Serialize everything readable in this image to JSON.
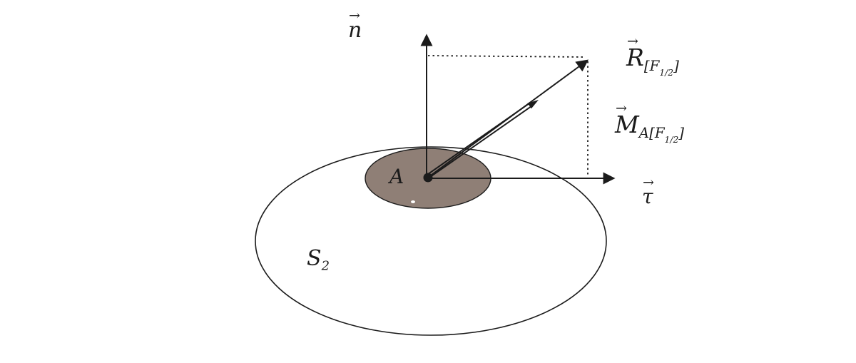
{
  "figure": {
    "glyphs": {
      "vec_arrow": "→"
    },
    "labels": {
      "n": {
        "base": "n"
      },
      "tau": {
        "base": "τ"
      },
      "R": {
        "base": "R",
        "sub_open": "[",
        "sub_f": "F",
        "sub_frac": "1/2",
        "sub_close": "]"
      },
      "M": {
        "base": "M",
        "sub_a": "A",
        "sub_open": "[",
        "sub_f": "F",
        "sub_frac": "1/2",
        "sub_close": "]"
      },
      "point": "A",
      "surface_base": "S",
      "surface_sub": "2"
    },
    "colors": {
      "contact_fill": "#8f7f76",
      "stroke": "#1b1b1b",
      "background": "#ffffff"
    }
  }
}
